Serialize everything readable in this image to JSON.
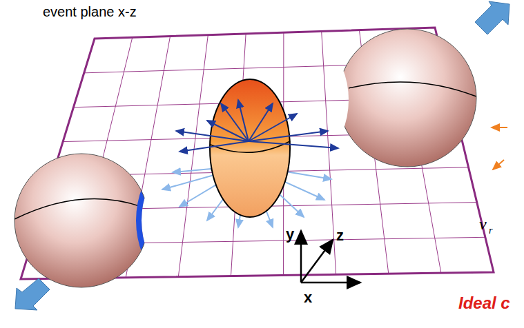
{
  "diagram": {
    "labels": [
      "event plane x-z",
      "y",
      "z",
      "x",
      "v",
      "r",
      "Ideal c"
    ]
  }
}
